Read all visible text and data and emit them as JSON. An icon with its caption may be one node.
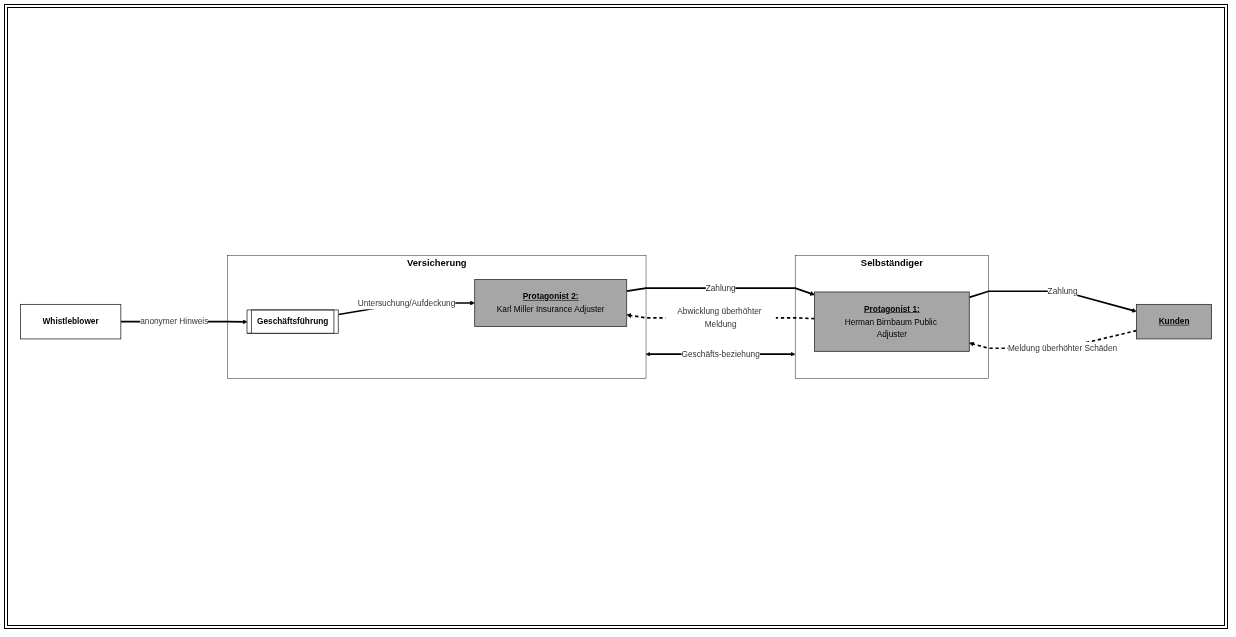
{
  "diagram": {
    "nodes": [
      {
        "text": [
          "Whistleblower"
        ]
      },
      {
        "text": [
          "Versicherung"
        ]
      },
      {
        "text": [
          "Selbständiger"
        ]
      },
      {
        "text": [
          "Geschäftsführung"
        ],
        "in": 1
      },
      {
        "text": [
          "Kunden"
        ]
      },
      {
        "text": [
          "Protagonist 1:",
          "Herman Birnbaum Public Adjuster"
        ],
        "in": 2
      },
      {
        "text": [
          "Protagonist 2:",
          "Karl Miller Insurance Adjuster"
        ],
        "in": 1
      }
    ],
    "edges": [
      {
        "from": 0,
        "to": 3,
        "arrow": "to",
        "label": "anonymer Hinweis"
      },
      {
        "from": 3,
        "to": 6,
        "arrow": "to",
        "label": "Untersuchung/Aufdeckung"
      },
      {
        "from": 4,
        "to": 5,
        "arrow": "to",
        "label": "Meldung überhöhter Schäden",
        "style": "dashed"
      },
      {
        "from": 5,
        "to": 4,
        "arrow": "to",
        "label": "Zahlung"
      },
      {
        "from": 2,
        "to": 1,
        "arrow": "both",
        "label": "Geschäfts-beziehung"
      },
      {
        "from": 6,
        "to": 5,
        "arrow": "to",
        "label": "Zahlung"
      },
      {
        "from": 5,
        "to": 6,
        "arrow": "to",
        "label": "Abwicklung überhöhter Meldung",
        "style": "dashed"
      }
    ]
  }
}
